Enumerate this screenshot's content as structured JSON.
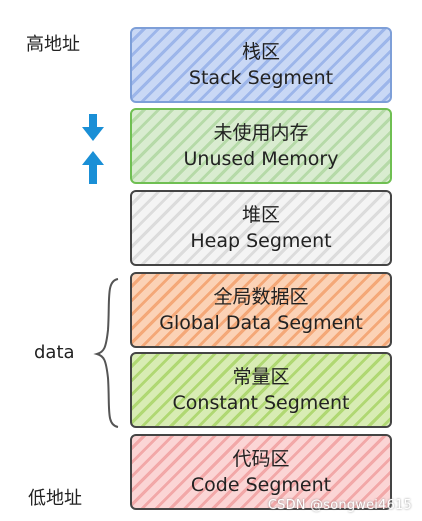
{
  "labels": {
    "high_address": "高地址",
    "low_address": "低地址",
    "data_group": "data"
  },
  "segments": [
    {
      "cn": "栈区",
      "en": "Stack Segment",
      "fill": "#c9d8f5",
      "stripe": "#9db6ea",
      "border": "#7e9fd8"
    },
    {
      "cn": "未使用内存",
      "en": "Unused Memory",
      "fill": "#d9ecd0",
      "stripe": "#b6daa8",
      "border": "#6fbf52"
    },
    {
      "cn": "堆区",
      "en": "Heap Segment",
      "fill": "#f4f4f4",
      "stripe": "#dcdcdc",
      "border": "#444444"
    },
    {
      "cn": "全局数据区",
      "en": "Global Data Segment",
      "fill": "#fbd2b6",
      "stripe": "#f4a878",
      "border": "#444444"
    },
    {
      "cn": "常量区",
      "en": "Constant Segment",
      "fill": "#d8ecb4",
      "stripe": "#b0d873",
      "border": "#444444"
    },
    {
      "cn": "代码区",
      "en": "Code Segment",
      "fill": "#fbd5d5",
      "stripe": "#f2a8a8",
      "border": "#444444"
    }
  ],
  "colors": {
    "arrow": "#1a8fd6"
  },
  "watermark": "CSDN @songwei4615"
}
